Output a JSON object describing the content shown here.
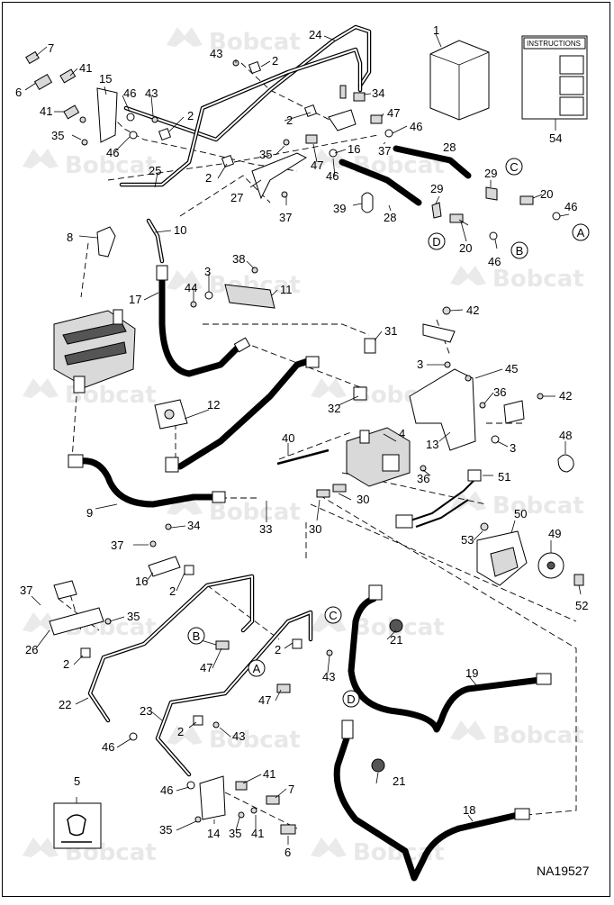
{
  "watermark": {
    "text": "Bobcat"
  },
  "drawing_code": "NA19527",
  "kit_box_label": "1",
  "instructions": {
    "label": "54",
    "title": "INSTRUCTIONS"
  },
  "callouts": [
    {
      "id": "7a",
      "text": "7"
    },
    {
      "id": "41a",
      "text": "41"
    },
    {
      "id": "6a",
      "text": "6"
    },
    {
      "id": "15",
      "text": "15"
    },
    {
      "id": "41b",
      "text": "41"
    },
    {
      "id": "46a",
      "text": "46"
    },
    {
      "id": "43a",
      "text": "43"
    },
    {
      "id": "35a",
      "text": "35"
    },
    {
      "id": "2a",
      "text": "2"
    },
    {
      "id": "46b",
      "text": "46"
    },
    {
      "id": "25",
      "text": "25"
    },
    {
      "id": "43b",
      "text": "43"
    },
    {
      "id": "2b",
      "text": "2"
    },
    {
      "id": "24",
      "text": "24"
    },
    {
      "id": "34a",
      "text": "34"
    },
    {
      "id": "47a",
      "text": "47"
    },
    {
      "id": "46c",
      "text": "46"
    },
    {
      "id": "2c",
      "text": "2"
    },
    {
      "id": "37a",
      "text": "37"
    },
    {
      "id": "16a",
      "text": "16"
    },
    {
      "id": "35b",
      "text": "35"
    },
    {
      "id": "47b",
      "text": "47"
    },
    {
      "id": "46d",
      "text": "46"
    },
    {
      "id": "2d",
      "text": "2"
    },
    {
      "id": "27",
      "text": "27"
    },
    {
      "id": "37b",
      "text": "37"
    },
    {
      "id": "39",
      "text": "39"
    },
    {
      "id": "28a",
      "text": "28"
    },
    {
      "id": "29a",
      "text": "29"
    },
    {
      "id": "28b",
      "text": "28"
    },
    {
      "id": "29b",
      "text": "29"
    },
    {
      "id": "20a",
      "text": "20"
    },
    {
      "id": "46e",
      "text": "46"
    },
    {
      "id": "20b",
      "text": "20"
    },
    {
      "id": "46f",
      "text": "46"
    },
    {
      "id": "8",
      "text": "8"
    },
    {
      "id": "10",
      "text": "10"
    },
    {
      "id": "38",
      "text": "38"
    },
    {
      "id": "3a",
      "text": "3"
    },
    {
      "id": "44",
      "text": "44"
    },
    {
      "id": "11",
      "text": "11"
    },
    {
      "id": "17",
      "text": "17"
    },
    {
      "id": "42a",
      "text": "42"
    },
    {
      "id": "31",
      "text": "31"
    },
    {
      "id": "3b",
      "text": "3"
    },
    {
      "id": "45",
      "text": "45"
    },
    {
      "id": "36a",
      "text": "36"
    },
    {
      "id": "42b",
      "text": "42"
    },
    {
      "id": "12",
      "text": "12"
    },
    {
      "id": "32",
      "text": "32"
    },
    {
      "id": "13",
      "text": "13"
    },
    {
      "id": "3c",
      "text": "3"
    },
    {
      "id": "4",
      "text": "4"
    },
    {
      "id": "40",
      "text": "40"
    },
    {
      "id": "48",
      "text": "48"
    },
    {
      "id": "36b",
      "text": "36"
    },
    {
      "id": "51",
      "text": "51"
    },
    {
      "id": "9",
      "text": "9"
    },
    {
      "id": "33",
      "text": "33"
    },
    {
      "id": "30a",
      "text": "30"
    },
    {
      "id": "30b",
      "text": "30"
    },
    {
      "id": "50",
      "text": "50"
    },
    {
      "id": "53",
      "text": "53"
    },
    {
      "id": "49",
      "text": "49"
    },
    {
      "id": "34b",
      "text": "34"
    },
    {
      "id": "37c",
      "text": "37"
    },
    {
      "id": "16b",
      "text": "16"
    },
    {
      "id": "2e",
      "text": "2"
    },
    {
      "id": "52",
      "text": "52"
    },
    {
      "id": "37d",
      "text": "37"
    },
    {
      "id": "35c",
      "text": "35"
    },
    {
      "id": "26",
      "text": "26"
    },
    {
      "id": "2f",
      "text": "2"
    },
    {
      "id": "47c",
      "text": "47"
    },
    {
      "id": "2g",
      "text": "2"
    },
    {
      "id": "21a",
      "text": "21"
    },
    {
      "id": "43c",
      "text": "43"
    },
    {
      "id": "47d",
      "text": "47"
    },
    {
      "id": "19",
      "text": "19"
    },
    {
      "id": "22",
      "text": "22"
    },
    {
      "id": "23",
      "text": "23"
    },
    {
      "id": "2h",
      "text": "2"
    },
    {
      "id": "43d",
      "text": "43"
    },
    {
      "id": "46g",
      "text": "46"
    },
    {
      "id": "41c",
      "text": "41"
    },
    {
      "id": "46h",
      "text": "46"
    },
    {
      "id": "7b",
      "text": "7"
    },
    {
      "id": "21b",
      "text": "21"
    },
    {
      "id": "5",
      "text": "5"
    },
    {
      "id": "18",
      "text": "18"
    },
    {
      "id": "35d",
      "text": "35"
    },
    {
      "id": "14",
      "text": "14"
    },
    {
      "id": "35e",
      "text": "35"
    },
    {
      "id": "41d",
      "text": "41"
    },
    {
      "id": "6b",
      "text": "6"
    }
  ],
  "connectors": [
    {
      "id": "C1",
      "text": "C"
    },
    {
      "id": "A1",
      "text": "A"
    },
    {
      "id": "D1",
      "text": "D"
    },
    {
      "id": "B1",
      "text": "B"
    },
    {
      "id": "B2",
      "text": "B"
    },
    {
      "id": "A2",
      "text": "A"
    },
    {
      "id": "C2",
      "text": "C"
    },
    {
      "id": "D2",
      "text": "D"
    }
  ]
}
